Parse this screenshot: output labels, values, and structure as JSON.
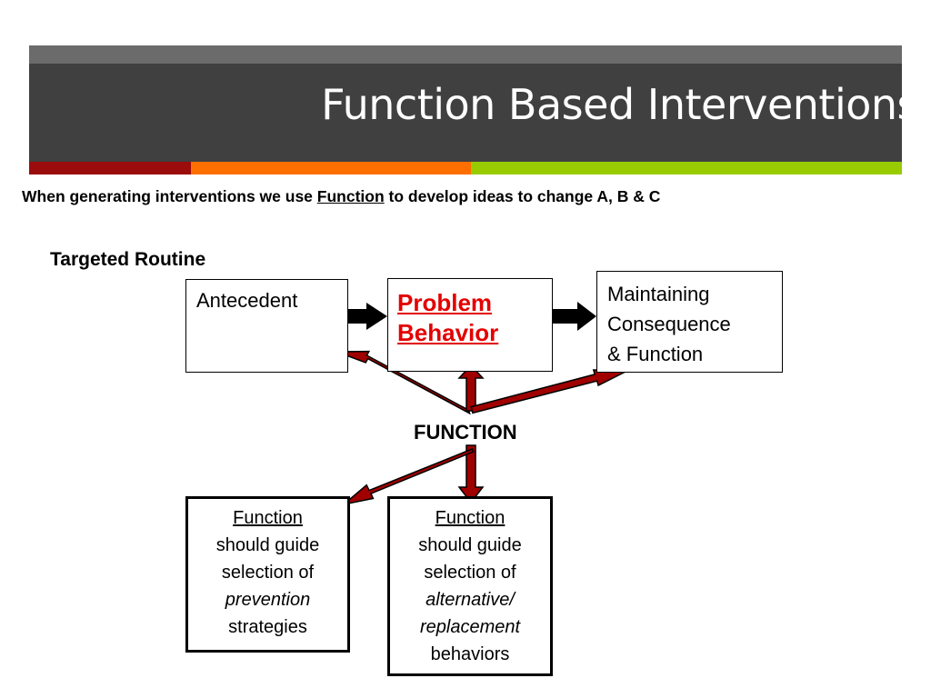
{
  "slide": {
    "title": "Function Based Interventions",
    "subtitle": {
      "before": "When generating interventions we use ",
      "link": "Function",
      "after": " to develop ideas to change A, B & C"
    },
    "routine_label": "Targeted Routine"
  },
  "diagram": {
    "antecedent": "Antecedent",
    "problem_behavior": [
      "Problem",
      "Behavior"
    ],
    "maintaining": [
      "Maintaining",
      "Consequence",
      "& Function"
    ],
    "function_label": "FUNCTION",
    "prevention_box": [
      "Function",
      "should guide",
      "selection of",
      "prevention",
      "strategies"
    ],
    "alternative_box": [
      "Function",
      "should guide",
      "selection of",
      "alternative/",
      "replacement",
      "behaviors"
    ]
  },
  "colors": {
    "title_band": "#404040",
    "title_band_top": "#6b6b6b",
    "accent_red": "#9b0c0c",
    "accent_orange": "#ff6f00",
    "accent_green": "#99cc00",
    "arrow_fill": "#a00000",
    "problem_text": "#e30000"
  }
}
